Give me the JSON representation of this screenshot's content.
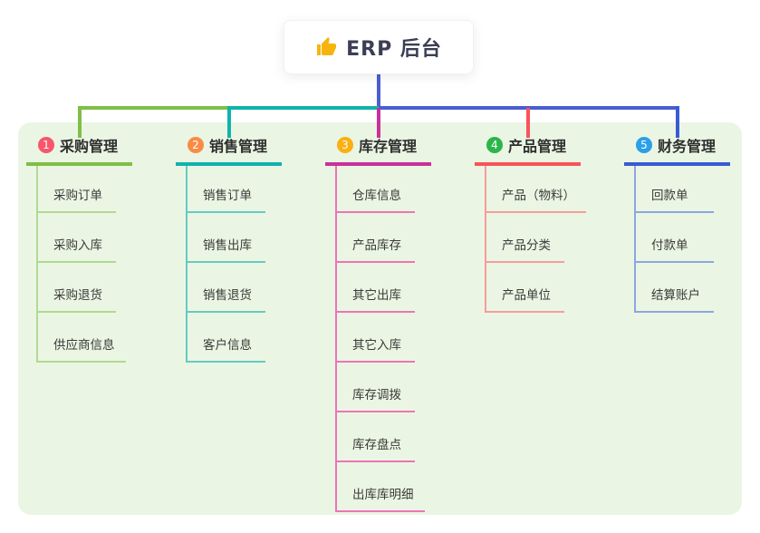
{
  "root": {
    "label": "ERP 后台",
    "icon": "thumbs-up",
    "icon_color": "#f6b40e"
  },
  "colors": {
    "page_background": "#ffffff",
    "panel_background": "#eaf6e3",
    "root_text": "#3b3e54",
    "title_text": "#2e2e2e",
    "child_text": "#3a3a3a"
  },
  "connectors": {
    "root_stem": "#4a5ed1",
    "horizontal_left_green": "#7fbf45",
    "horizontal_mid_teal": "#10b3ab",
    "horizontal_right_blue": "#4a5ed1",
    "drop_1": "#7fbf45",
    "drop_2": "#10b3ab",
    "drop_3": "#cb2f9b",
    "drop_4": "#f8545a",
    "drop_5": "#3a5ad5"
  },
  "branches": [
    {
      "badge": "1",
      "label": "采购管理",
      "badge_color": "#f8566c",
      "line_color": "#7fbf45",
      "child_line_color": "#b3d893",
      "children": [
        "采购订单",
        "采购入库",
        "采购退货",
        "供应商信息"
      ]
    },
    {
      "badge": "2",
      "label": "销售管理",
      "badge_color": "#fa8b44",
      "line_color": "#10b3ab",
      "child_line_color": "#66cac3",
      "children": [
        "销售订单",
        "销售出库",
        "销售退货",
        "客户信息"
      ]
    },
    {
      "badge": "3",
      "label": "库存管理",
      "badge_color": "#fbaf12",
      "line_color": "#cb2f9b",
      "child_line_color": "#ee74b6",
      "children": [
        "仓库信息",
        "产品库存",
        "其它出库",
        "其它入库",
        "库存调拨",
        "库存盘点",
        "出库库明细"
      ]
    },
    {
      "badge": "4",
      "label": "产品管理",
      "badge_color": "#2cb54b",
      "line_color": "#f8545a",
      "child_line_color": "#f79c9c",
      "children": [
        "产品（物料）",
        "产品分类",
        "产品单位"
      ]
    },
    {
      "badge": "5",
      "label": "财务管理",
      "badge_color": "#2ba0e8",
      "line_color": "#3a5ad5",
      "child_line_color": "#8fa5e0",
      "children": [
        "回款单",
        "付款单",
        "结算账户"
      ]
    }
  ]
}
